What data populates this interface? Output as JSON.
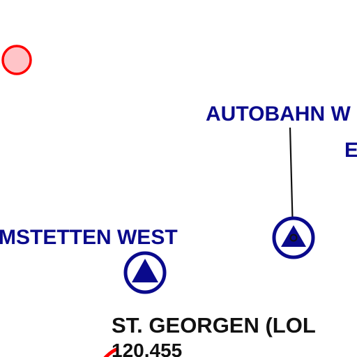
{
  "map": {
    "colors": {
      "background": "#ffffff",
      "waypoint_label": "#0a0a8c",
      "waypoint_symbol": "#0a0a8c",
      "frequency_text": "#111111",
      "leader_line": "#111111",
      "restricted_fill": "#ffc4c8",
      "restricted_stroke": "#ff0000"
    },
    "labels": {
      "autobahn": "AUTOBAHN W",
      "autobahn_second_line": "E",
      "amstetten": "MSTETTEN WEST",
      "st_georgen": "ST. GEORGEN (LOL",
      "frequency": "120.455"
    },
    "symbols": {
      "waypoint_icon": "triangle-in-circle-icon",
      "restricted_icon": "red-circle-icon"
    }
  }
}
